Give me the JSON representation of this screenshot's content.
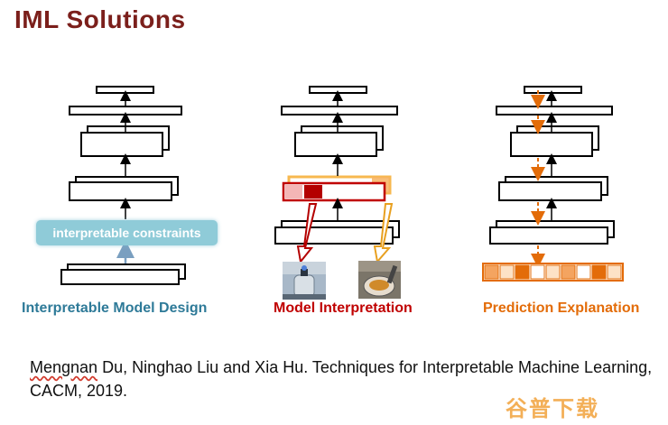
{
  "slide": {
    "title": "IML Solutions",
    "panels": [
      {
        "caption": "Interpretable Model Design",
        "box_label": "interpretable constraints",
        "accent": "#2e7a98"
      },
      {
        "caption": "Model Interpretation",
        "accent": "#c00000"
      },
      {
        "caption": "Prediction Explanation",
        "accent": "#e36c09"
      }
    ],
    "reference": {
      "author1": "Mengnan",
      "rest": " Du, Ninghao Liu and Xia Hu. Techniques for Interpretable Machine Learning, CACM, 2019."
    },
    "watermark": "谷普下载",
    "colors": {
      "title": "#7b1f1b",
      "constraint_box": "#8fcbd8",
      "highlight_red": "#c00000",
      "highlight_orange": "#e36c09"
    }
  }
}
